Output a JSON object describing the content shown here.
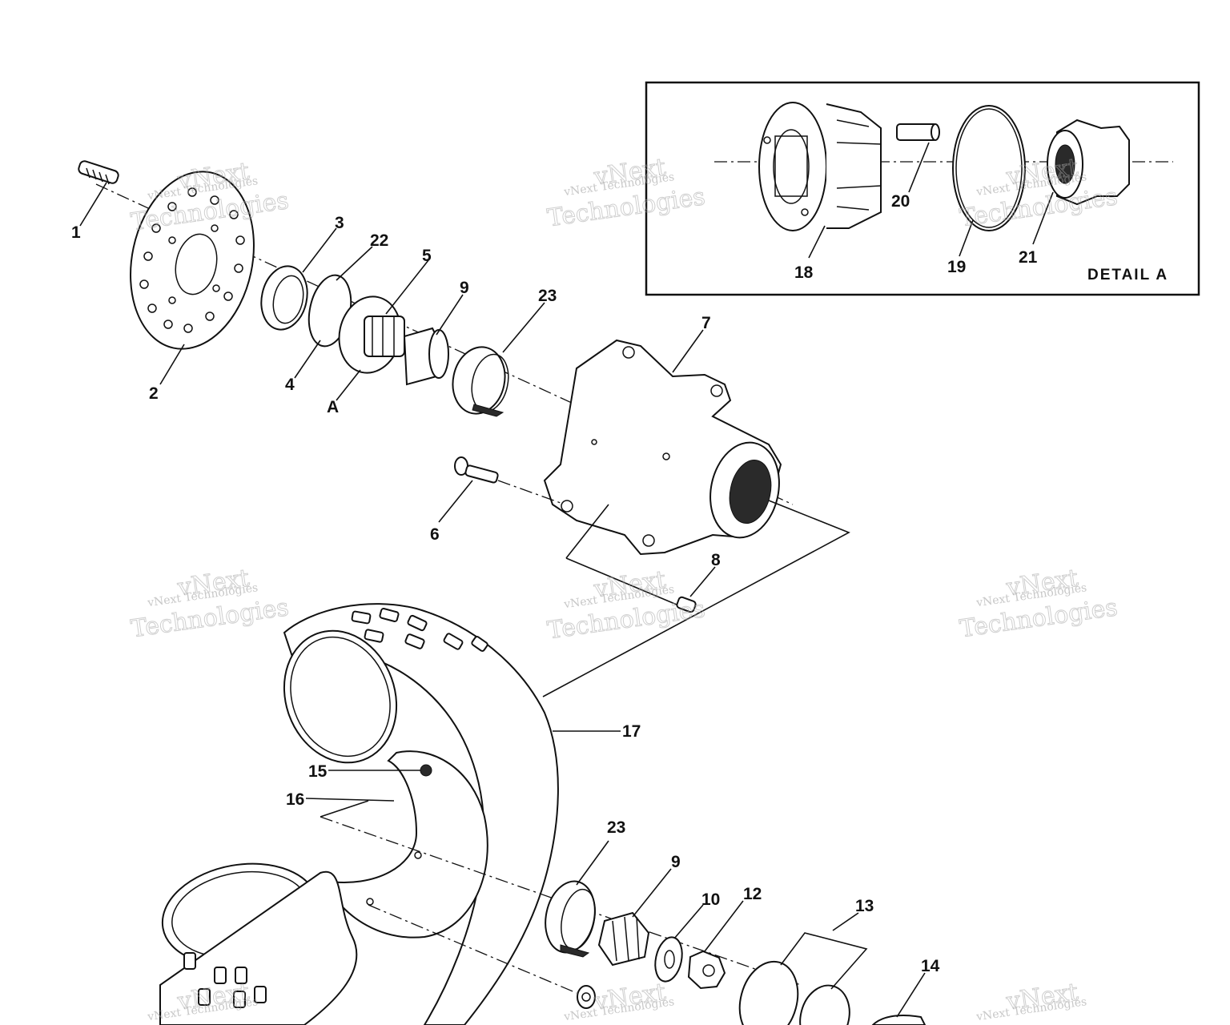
{
  "detail_box": {
    "title": "DETAIL A"
  },
  "callouts": {
    "c1": "1",
    "c2": "2",
    "c3": "3",
    "c4": "4",
    "c5": "5",
    "c6": "6",
    "c7": "7",
    "c8": "8",
    "c9a": "9",
    "c9b": "9",
    "c10": "10",
    "c12": "12",
    "c13": "13",
    "c14": "14",
    "c15": "15",
    "c16": "16",
    "c17": "17",
    "c18": "18",
    "c19": "19",
    "c20": "20",
    "c21": "21",
    "c22": "22",
    "c23a": "23",
    "c23b": "23",
    "cA": "A"
  },
  "watermark": {
    "line1": "vNext Technologies",
    "line2": "vNext",
    "line3": "Technologies"
  }
}
